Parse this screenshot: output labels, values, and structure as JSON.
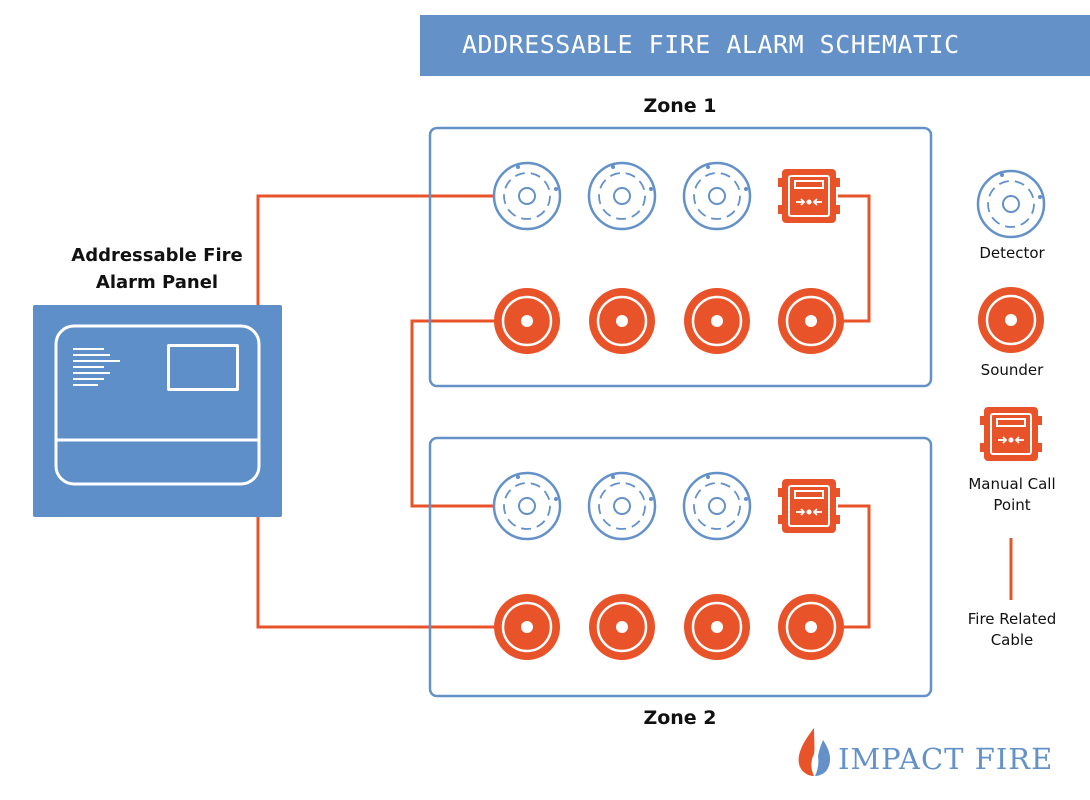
{
  "title": "ADDRESSABLE FIRE ALARM SCHEMATIC",
  "panel": {
    "label_line1": "Addressable Fire",
    "label_line2": "Alarm Panel"
  },
  "zones": [
    {
      "label": "Zone 1"
    },
    {
      "label": "Zone 2"
    }
  ],
  "legend": {
    "detector": "Detector",
    "sounder": "Sounder",
    "mcp_line1": "Manual Call",
    "mcp_line2": "Point",
    "cable_line1": "Fire Related",
    "cable_line2": "Cable"
  },
  "brand": {
    "name": "IMPACT FIRE",
    "icon": "flame-icon"
  },
  "colors": {
    "blue": "#6391c8",
    "orange": "#e8532a",
    "panel_blue": "#5f8fc8"
  }
}
